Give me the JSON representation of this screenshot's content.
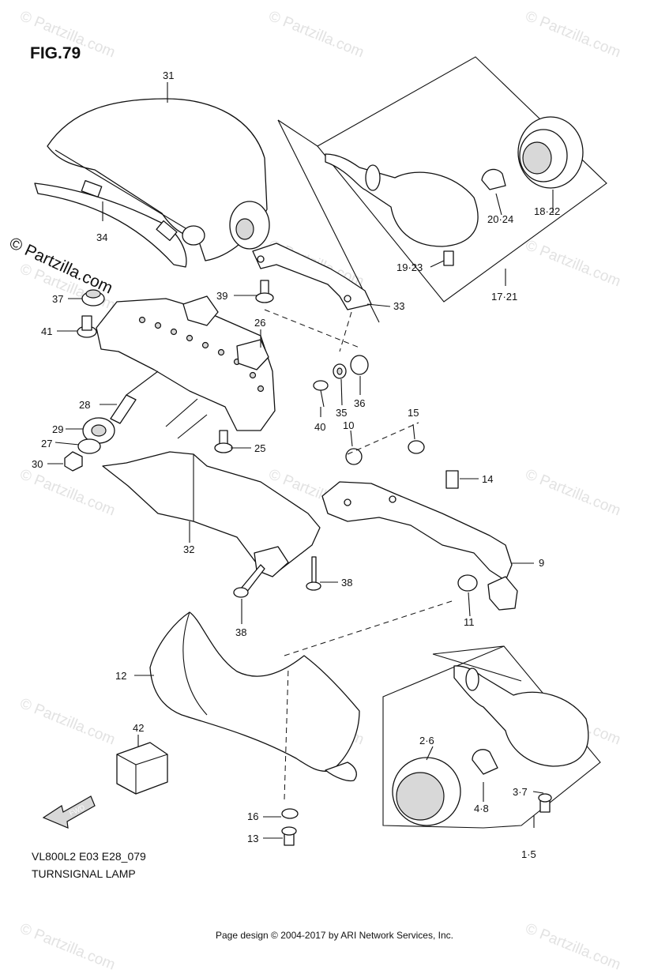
{
  "figure": {
    "title": "FIG.79",
    "model_code": "VL800L2 E03 E28_079",
    "section_name": "TURNSIGNAL LAMP",
    "brand": "© Partzilla.com",
    "watermark": "© Partzilla.com",
    "copyright": "Page design © 2004-2017 by ARI Network Services, Inc."
  },
  "fwd_label": "FWD",
  "callouts": [
    {
      "label": "31"
    },
    {
      "label": "34"
    },
    {
      "label": "17·21"
    },
    {
      "label": "18·22"
    },
    {
      "label": "20·24"
    },
    {
      "label": "19·23"
    },
    {
      "label": "33"
    },
    {
      "label": "37"
    },
    {
      "label": "39"
    },
    {
      "label": "41"
    },
    {
      "label": "26"
    },
    {
      "label": "28"
    },
    {
      "label": "29"
    },
    {
      "label": "27"
    },
    {
      "label": "30"
    },
    {
      "label": "25"
    },
    {
      "label": "40"
    },
    {
      "label": "35"
    },
    {
      "label": "36"
    },
    {
      "label": "10"
    },
    {
      "label": "15"
    },
    {
      "label": "14"
    },
    {
      "label": "32"
    },
    {
      "label": "9"
    },
    {
      "label": "38"
    },
    {
      "label": "38"
    },
    {
      "label": "11"
    },
    {
      "label": "12"
    },
    {
      "label": "42"
    },
    {
      "label": "2·6"
    },
    {
      "label": "3·7"
    },
    {
      "label": "4·8"
    },
    {
      "label": "16"
    },
    {
      "label": "13"
    },
    {
      "label": "1·5"
    }
  ]
}
